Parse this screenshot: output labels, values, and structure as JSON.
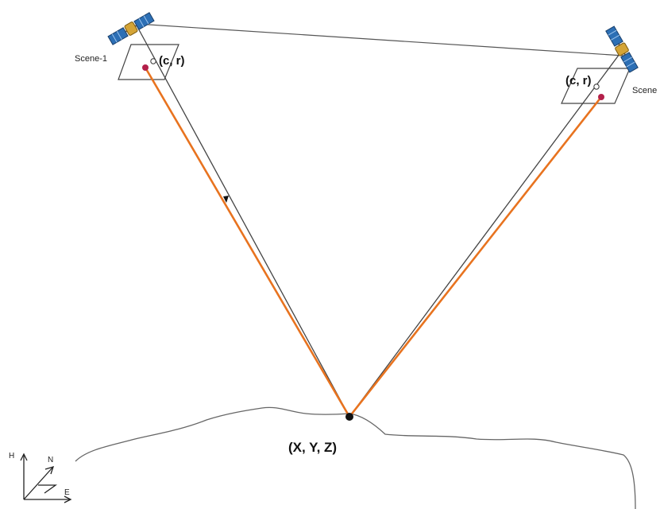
{
  "scene_left": {
    "label": "Scene-1",
    "image_point": "(c, r)"
  },
  "scene_right": {
    "label": "Scene",
    "image_point": "(c, r)"
  },
  "ground_point": "(X, Y, Z)",
  "axes": {
    "up": "H",
    "north": "N",
    "east": "E"
  },
  "colors": {
    "ray_projected": "#e8731f",
    "ray_true": "#444444",
    "image_point": "#b3204a",
    "terrain": "#555555"
  }
}
